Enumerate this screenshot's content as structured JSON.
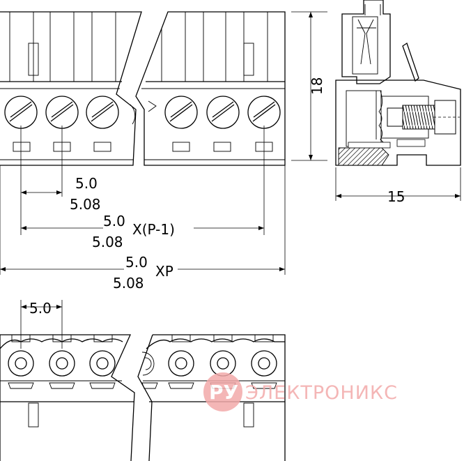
{
  "dimensions": {
    "pitch_a": "5.0",
    "pitch_b": "5.08",
    "span_a": "5.0",
    "span_b": "5.08",
    "span_suffix": "X(P-1)",
    "total_a": "5.0",
    "total_b": "5.08",
    "total_suffix": "XP",
    "height": "18",
    "width": "15",
    "bottom_pitch": "5.0"
  },
  "watermark": {
    "logo_text": "РУ",
    "brand_text": "ЭЛЕКТРОНИКС",
    "color": "#f3aaaa"
  }
}
